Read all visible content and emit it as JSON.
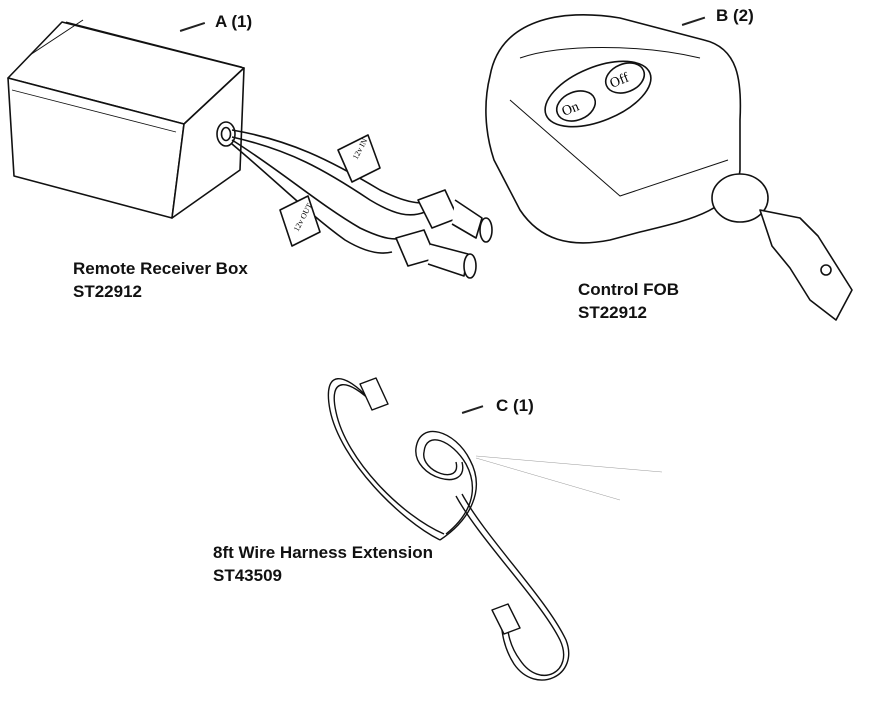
{
  "items": {
    "a": {
      "tag": "A (1)",
      "name": "Remote Receiver Box",
      "part": "ST22912",
      "tag_12v_in": "12v IN",
      "tag_12v_out": "12v OUT"
    },
    "b": {
      "tag": "B (2)",
      "name": "Control FOB",
      "part": "ST22912",
      "on_label": "On",
      "off_label": "Off"
    },
    "c": {
      "tag": "C (1)",
      "name": "8ft Wire Harness Extension",
      "part": "ST43509"
    }
  }
}
